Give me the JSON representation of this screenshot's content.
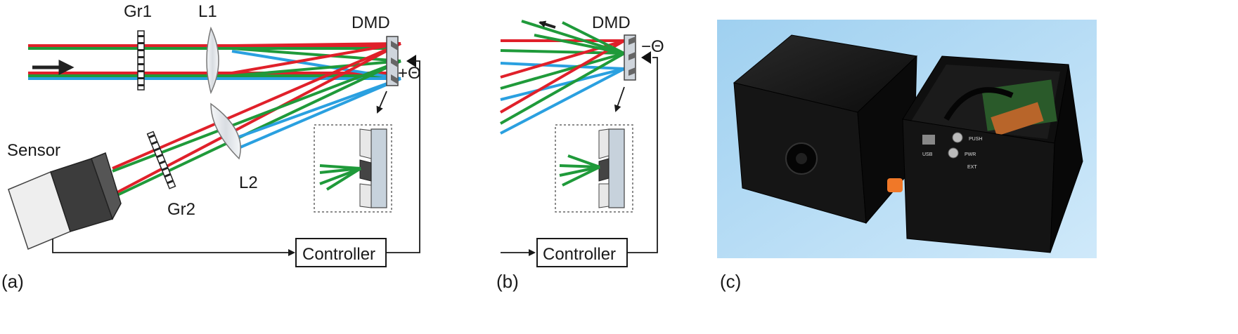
{
  "panel_a": {
    "label": "(a)",
    "grating1": "Gr1",
    "lens1": "L1",
    "dmd": "DMD",
    "angle": "+Θ",
    "sensor": "Sensor",
    "lens2": "L2",
    "grating2": "Gr2",
    "controller": "Controller"
  },
  "panel_b": {
    "label": "(b)",
    "dmd": "DMD",
    "angle": "−Θ",
    "controller": "Controller"
  },
  "panel_c": {
    "label": "(c)",
    "port_label_usb": "USB",
    "port_label_top": "PUSH",
    "port_label_mid": "PWR",
    "port_label_right": "EXT"
  },
  "colors": {
    "red": "#e0202a",
    "green": "#1f9a3a",
    "blue": "#2aa0e0",
    "enclosure": "#121212",
    "photo_bg": "#a9d6f2"
  }
}
